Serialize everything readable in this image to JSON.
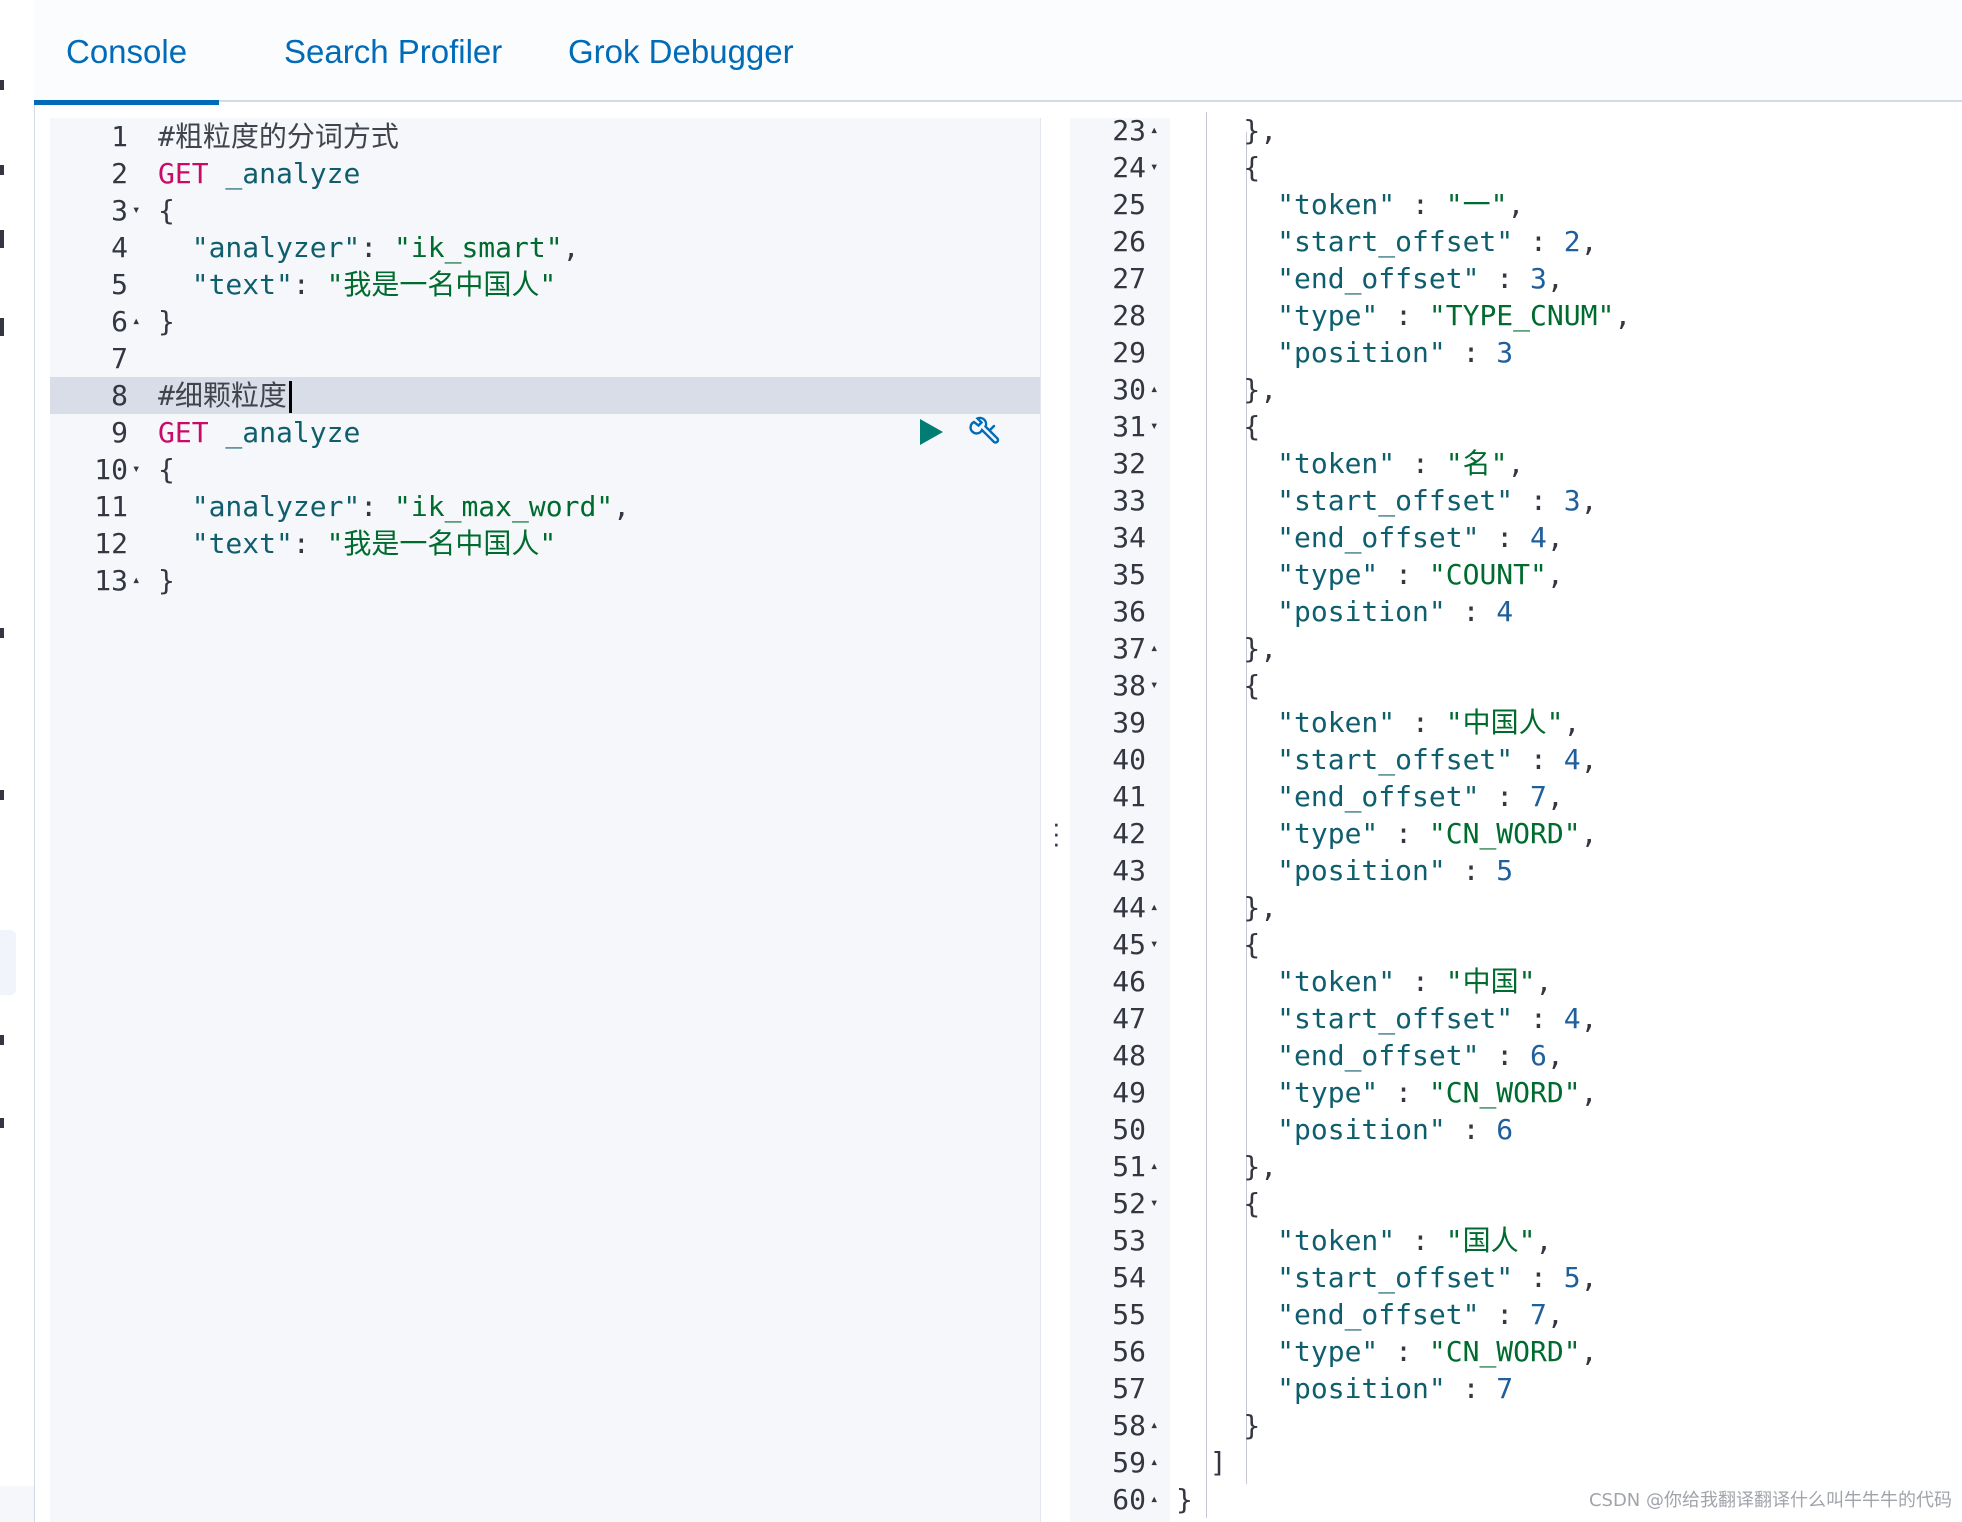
{
  "tabs": [
    {
      "label": "Console",
      "active": true
    },
    {
      "label": "Search Profiler",
      "active": false
    },
    {
      "label": "Grok Debugger",
      "active": false
    }
  ],
  "request_editor": {
    "lines": [
      {
        "num": "1",
        "fold": "",
        "segments": [
          {
            "t": "#粗粒度的分词方式",
            "c": "c"
          }
        ]
      },
      {
        "num": "2",
        "fold": "",
        "segments": [
          {
            "t": "GET",
            "c": "k"
          },
          {
            "t": " _analyze",
            "c": "kw"
          }
        ]
      },
      {
        "num": "3",
        "fold": "▾",
        "segments": [
          {
            "t": "{",
            "c": "p"
          }
        ]
      },
      {
        "num": "4",
        "fold": "",
        "segments": [
          {
            "t": "  \"analyzer\"",
            "c": "kw"
          },
          {
            "t": ": ",
            "c": "p"
          },
          {
            "t": "\"ik_smart\"",
            "c": "s"
          },
          {
            "t": ",",
            "c": "p"
          }
        ]
      },
      {
        "num": "5",
        "fold": "",
        "segments": [
          {
            "t": "  \"text\"",
            "c": "kw"
          },
          {
            "t": ": ",
            "c": "p"
          },
          {
            "t": "\"我是一名中国人\"",
            "c": "s"
          }
        ]
      },
      {
        "num": "6",
        "fold": "▴",
        "segments": [
          {
            "t": "}",
            "c": "p"
          }
        ]
      },
      {
        "num": "7",
        "fold": "",
        "segments": []
      },
      {
        "num": "8",
        "fold": "",
        "segments": [
          {
            "t": "#细颗粒度",
            "c": "c"
          }
        ]
      },
      {
        "num": "9",
        "fold": "",
        "segments": [
          {
            "t": "GET",
            "c": "k"
          },
          {
            "t": " _analyze",
            "c": "kw"
          }
        ]
      },
      {
        "num": "10",
        "fold": "▾",
        "segments": [
          {
            "t": "{",
            "c": "p"
          }
        ]
      },
      {
        "num": "11",
        "fold": "",
        "segments": [
          {
            "t": "  \"analyzer\"",
            "c": "kw"
          },
          {
            "t": ": ",
            "c": "p"
          },
          {
            "t": "\"ik_max_word\"",
            "c": "s"
          },
          {
            "t": ",",
            "c": "p"
          }
        ]
      },
      {
        "num": "12",
        "fold": "",
        "segments": [
          {
            "t": "  \"text\"",
            "c": "kw"
          },
          {
            "t": ": ",
            "c": "p"
          },
          {
            "t": "\"我是一名中国人\"",
            "c": "s"
          }
        ]
      },
      {
        "num": "13",
        "fold": "▴",
        "segments": [
          {
            "t": "}",
            "c": "p"
          }
        ]
      }
    ],
    "cursor_line": "8"
  },
  "response_editor": {
    "lines": [
      {
        "num": "23",
        "fold": "▴",
        "segments": [
          {
            "t": "    },",
            "c": "p"
          }
        ]
      },
      {
        "num": "24",
        "fold": "▾",
        "segments": [
          {
            "t": "    {",
            "c": "p"
          }
        ]
      },
      {
        "num": "25",
        "fold": "",
        "segments": [
          {
            "t": "      \"token\"",
            "c": "kw"
          },
          {
            "t": " : ",
            "c": "p"
          },
          {
            "t": "\"一\"",
            "c": "s"
          },
          {
            "t": ",",
            "c": "p"
          }
        ]
      },
      {
        "num": "26",
        "fold": "",
        "segments": [
          {
            "t": "      \"start_offset\"",
            "c": "kw"
          },
          {
            "t": " : ",
            "c": "p"
          },
          {
            "t": "2",
            "c": "n"
          },
          {
            "t": ",",
            "c": "p"
          }
        ]
      },
      {
        "num": "27",
        "fold": "",
        "segments": [
          {
            "t": "      \"end_offset\"",
            "c": "kw"
          },
          {
            "t": " : ",
            "c": "p"
          },
          {
            "t": "3",
            "c": "n"
          },
          {
            "t": ",",
            "c": "p"
          }
        ]
      },
      {
        "num": "28",
        "fold": "",
        "segments": [
          {
            "t": "      \"type\"",
            "c": "kw"
          },
          {
            "t": " : ",
            "c": "p"
          },
          {
            "t": "\"TYPE_CNUM\"",
            "c": "s"
          },
          {
            "t": ",",
            "c": "p"
          }
        ]
      },
      {
        "num": "29",
        "fold": "",
        "segments": [
          {
            "t": "      \"position\"",
            "c": "kw"
          },
          {
            "t": " : ",
            "c": "p"
          },
          {
            "t": "3",
            "c": "n"
          }
        ]
      },
      {
        "num": "30",
        "fold": "▴",
        "segments": [
          {
            "t": "    },",
            "c": "p"
          }
        ]
      },
      {
        "num": "31",
        "fold": "▾",
        "segments": [
          {
            "t": "    {",
            "c": "p"
          }
        ]
      },
      {
        "num": "32",
        "fold": "",
        "segments": [
          {
            "t": "      \"token\"",
            "c": "kw"
          },
          {
            "t": " : ",
            "c": "p"
          },
          {
            "t": "\"名\"",
            "c": "s"
          },
          {
            "t": ",",
            "c": "p"
          }
        ]
      },
      {
        "num": "33",
        "fold": "",
        "segments": [
          {
            "t": "      \"start_offset\"",
            "c": "kw"
          },
          {
            "t": " : ",
            "c": "p"
          },
          {
            "t": "3",
            "c": "n"
          },
          {
            "t": ",",
            "c": "p"
          }
        ]
      },
      {
        "num": "34",
        "fold": "",
        "segments": [
          {
            "t": "      \"end_offset\"",
            "c": "kw"
          },
          {
            "t": " : ",
            "c": "p"
          },
          {
            "t": "4",
            "c": "n"
          },
          {
            "t": ",",
            "c": "p"
          }
        ]
      },
      {
        "num": "35",
        "fold": "",
        "segments": [
          {
            "t": "      \"type\"",
            "c": "kw"
          },
          {
            "t": " : ",
            "c": "p"
          },
          {
            "t": "\"COUNT\"",
            "c": "s"
          },
          {
            "t": ",",
            "c": "p"
          }
        ]
      },
      {
        "num": "36",
        "fold": "",
        "segments": [
          {
            "t": "      \"position\"",
            "c": "kw"
          },
          {
            "t": " : ",
            "c": "p"
          },
          {
            "t": "4",
            "c": "n"
          }
        ]
      },
      {
        "num": "37",
        "fold": "▴",
        "segments": [
          {
            "t": "    },",
            "c": "p"
          }
        ]
      },
      {
        "num": "38",
        "fold": "▾",
        "segments": [
          {
            "t": "    {",
            "c": "p"
          }
        ]
      },
      {
        "num": "39",
        "fold": "",
        "segments": [
          {
            "t": "      \"token\"",
            "c": "kw"
          },
          {
            "t": " : ",
            "c": "p"
          },
          {
            "t": "\"中国人\"",
            "c": "s"
          },
          {
            "t": ",",
            "c": "p"
          }
        ]
      },
      {
        "num": "40",
        "fold": "",
        "segments": [
          {
            "t": "      \"start_offset\"",
            "c": "kw"
          },
          {
            "t": " : ",
            "c": "p"
          },
          {
            "t": "4",
            "c": "n"
          },
          {
            "t": ",",
            "c": "p"
          }
        ]
      },
      {
        "num": "41",
        "fold": "",
        "segments": [
          {
            "t": "      \"end_offset\"",
            "c": "kw"
          },
          {
            "t": " : ",
            "c": "p"
          },
          {
            "t": "7",
            "c": "n"
          },
          {
            "t": ",",
            "c": "p"
          }
        ]
      },
      {
        "num": "42",
        "fold": "",
        "segments": [
          {
            "t": "      \"type\"",
            "c": "kw"
          },
          {
            "t": " : ",
            "c": "p"
          },
          {
            "t": "\"CN_WORD\"",
            "c": "s"
          },
          {
            "t": ",",
            "c": "p"
          }
        ]
      },
      {
        "num": "43",
        "fold": "",
        "segments": [
          {
            "t": "      \"position\"",
            "c": "kw"
          },
          {
            "t": " : ",
            "c": "p"
          },
          {
            "t": "5",
            "c": "n"
          }
        ]
      },
      {
        "num": "44",
        "fold": "▴",
        "segments": [
          {
            "t": "    },",
            "c": "p"
          }
        ]
      },
      {
        "num": "45",
        "fold": "▾",
        "segments": [
          {
            "t": "    {",
            "c": "p"
          }
        ]
      },
      {
        "num": "46",
        "fold": "",
        "segments": [
          {
            "t": "      \"token\"",
            "c": "kw"
          },
          {
            "t": " : ",
            "c": "p"
          },
          {
            "t": "\"中国\"",
            "c": "s"
          },
          {
            "t": ",",
            "c": "p"
          }
        ]
      },
      {
        "num": "47",
        "fold": "",
        "segments": [
          {
            "t": "      \"start_offset\"",
            "c": "kw"
          },
          {
            "t": " : ",
            "c": "p"
          },
          {
            "t": "4",
            "c": "n"
          },
          {
            "t": ",",
            "c": "p"
          }
        ]
      },
      {
        "num": "48",
        "fold": "",
        "segments": [
          {
            "t": "      \"end_offset\"",
            "c": "kw"
          },
          {
            "t": " : ",
            "c": "p"
          },
          {
            "t": "6",
            "c": "n"
          },
          {
            "t": ",",
            "c": "p"
          }
        ]
      },
      {
        "num": "49",
        "fold": "",
        "segments": [
          {
            "t": "      \"type\"",
            "c": "kw"
          },
          {
            "t": " : ",
            "c": "p"
          },
          {
            "t": "\"CN_WORD\"",
            "c": "s"
          },
          {
            "t": ",",
            "c": "p"
          }
        ]
      },
      {
        "num": "50",
        "fold": "",
        "segments": [
          {
            "t": "      \"position\"",
            "c": "kw"
          },
          {
            "t": " : ",
            "c": "p"
          },
          {
            "t": "6",
            "c": "n"
          }
        ]
      },
      {
        "num": "51",
        "fold": "▴",
        "segments": [
          {
            "t": "    },",
            "c": "p"
          }
        ]
      },
      {
        "num": "52",
        "fold": "▾",
        "segments": [
          {
            "t": "    {",
            "c": "p"
          }
        ]
      },
      {
        "num": "53",
        "fold": "",
        "segments": [
          {
            "t": "      \"token\"",
            "c": "kw"
          },
          {
            "t": " : ",
            "c": "p"
          },
          {
            "t": "\"国人\"",
            "c": "s"
          },
          {
            "t": ",",
            "c": "p"
          }
        ]
      },
      {
        "num": "54",
        "fold": "",
        "segments": [
          {
            "t": "      \"start_offset\"",
            "c": "kw"
          },
          {
            "t": " : ",
            "c": "p"
          },
          {
            "t": "5",
            "c": "n"
          },
          {
            "t": ",",
            "c": "p"
          }
        ]
      },
      {
        "num": "55",
        "fold": "",
        "segments": [
          {
            "t": "      \"end_offset\"",
            "c": "kw"
          },
          {
            "t": " : ",
            "c": "p"
          },
          {
            "t": "7",
            "c": "n"
          },
          {
            "t": ",",
            "c": "p"
          }
        ]
      },
      {
        "num": "56",
        "fold": "",
        "segments": [
          {
            "t": "      \"type\"",
            "c": "kw"
          },
          {
            "t": " : ",
            "c": "p"
          },
          {
            "t": "\"CN_WORD\"",
            "c": "s"
          },
          {
            "t": ",",
            "c": "p"
          }
        ]
      },
      {
        "num": "57",
        "fold": "",
        "segments": [
          {
            "t": "      \"position\"",
            "c": "kw"
          },
          {
            "t": " : ",
            "c": "p"
          },
          {
            "t": "7",
            "c": "n"
          }
        ]
      },
      {
        "num": "58",
        "fold": "▴",
        "segments": [
          {
            "t": "    }",
            "c": "p"
          }
        ]
      },
      {
        "num": "59",
        "fold": "▴",
        "segments": [
          {
            "t": "  ]",
            "c": "p"
          }
        ]
      },
      {
        "num": "60",
        "fold": "▴",
        "segments": [
          {
            "t": "}",
            "c": "p"
          }
        ]
      }
    ]
  },
  "icons": {
    "run": "play-icon",
    "settings": "wrench-icon",
    "splitter": "vertical-dots-icon"
  },
  "colors": {
    "tab_accent": "#006bb8",
    "keyword": "#c80a68",
    "string": "#006b2e",
    "number": "#1f5f9c",
    "run_button": "#017d73"
  },
  "watermark": "CSDN @你给我翻译翻译什么叫牛牛牛的代码"
}
